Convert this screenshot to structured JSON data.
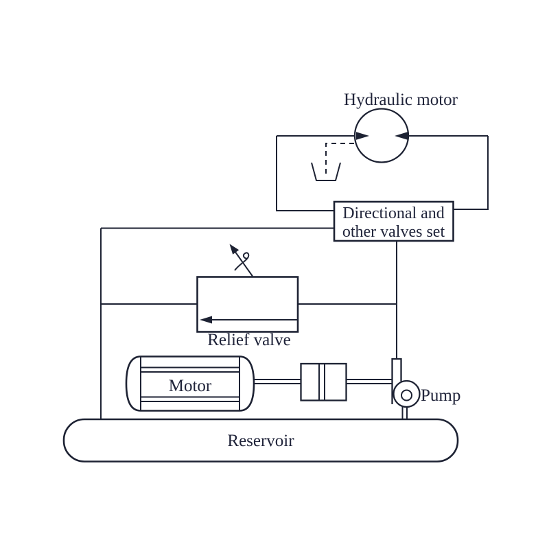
{
  "diagram": {
    "labels": {
      "hydraulic_motor": "Hydraulic motor",
      "directional_valves_line1": "Directional and",
      "directional_valves_line2": "other valves set",
      "relief_valve": "Relief valve",
      "motor": "Motor",
      "pump": "Pump",
      "reservoir": "Reservoir"
    },
    "colors": {
      "line": "#1d2233",
      "text": "#20243a",
      "background": "#ffffff"
    }
  }
}
